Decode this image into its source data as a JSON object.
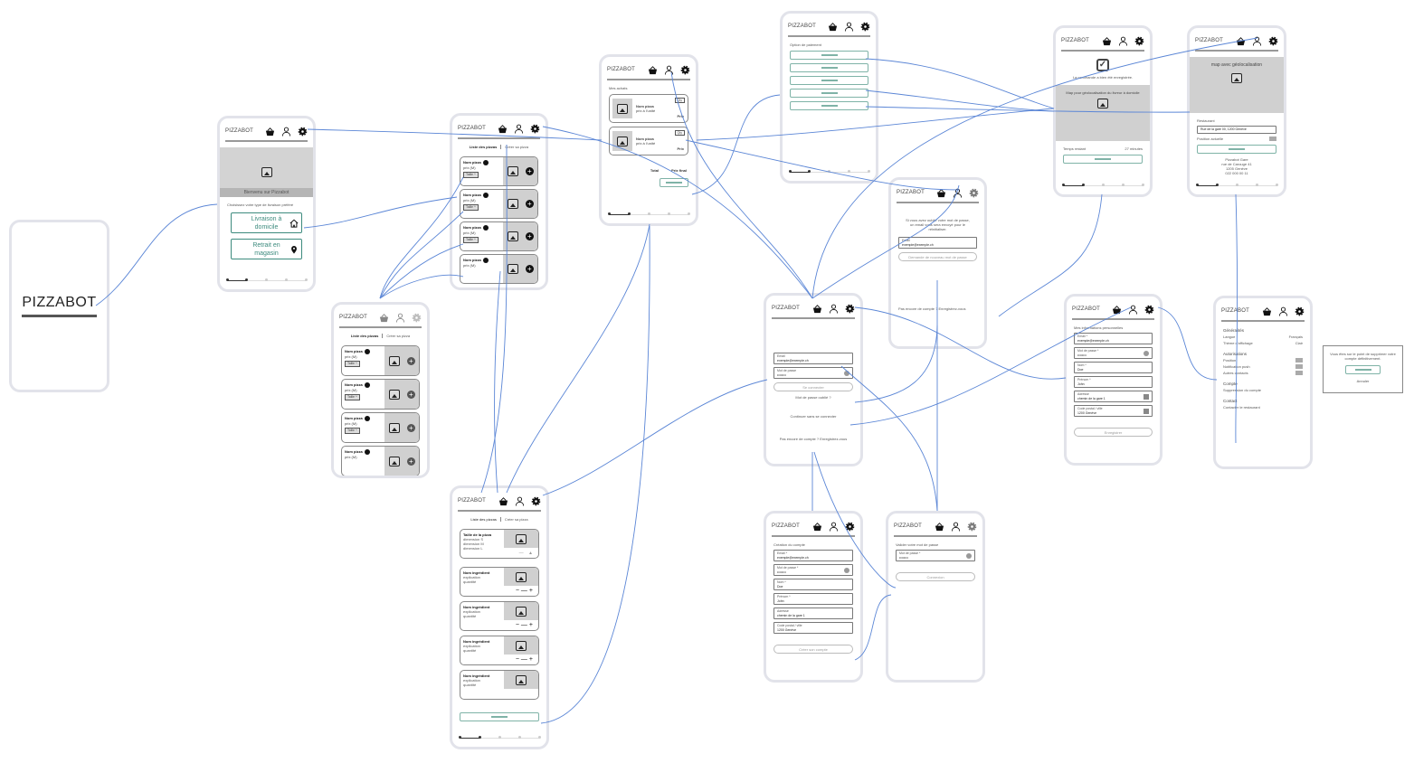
{
  "app_name": "PIZZABOT",
  "colors": {
    "accent": "#3d8b7e",
    "wire": "#5b86d6",
    "frame": "#e2e3ea"
  },
  "splash": {
    "title": "PIZZABOT"
  },
  "welcome": {
    "hero_caption": "Bienvenu sur Pizzabot",
    "prompt": "Choisissez votre type de livraison préféré",
    "delivery": "Livraison à domicile",
    "pickup": "Retrait en magasin"
  },
  "tabs": {
    "list": "Liste des pizzas",
    "create": "Créer sa pizza"
  },
  "pizza_card": {
    "name": "Nom pizza",
    "price": "prix (M)",
    "size": "Taille"
  },
  "cart": {
    "title": "Mes achats",
    "items": [
      {
        "name": "Nom pizza",
        "unit": "prix à l'unité",
        "qty": "Qty",
        "price": "Prix"
      },
      {
        "name": "Nom pizza",
        "unit": "prix à l'unité",
        "qty": "Qty",
        "price": "Prix"
      }
    ],
    "total": "Total",
    "final": "Prix final"
  },
  "payment": {
    "title": "Option de paiement"
  },
  "confirm": {
    "message": "La commande a bien été enregistrée.",
    "map": "Map pour géolocalisation du livreur à domicile",
    "remaining": "Temps restant",
    "minutes": "27 minutes"
  },
  "map": {
    "title": "map avec géolocalisation",
    "restaurant": "Restaurant",
    "address_field": "Rue de la gare 00, 1200 Genève",
    "position": "Position actuelle",
    "address": [
      "Pizzabot Gare",
      "rue de Carouge 41",
      "1205 Genève",
      "022 000 00 11"
    ]
  },
  "forgot": {
    "text": "Si vous avez oublié votre mot de passe, un email vous sera envoyé pour le réinitialiser.",
    "email_label": "Email",
    "email_value": "exemple@exemple.ch",
    "button": "Demande de nouveau mot de passe",
    "register": "Pas encore de compte ? Enregistrez-vous"
  },
  "login": {
    "email_label": "Email",
    "email_value": "exemple@exemple.ch",
    "pw_label": "Mot de passe",
    "pw_value": "••••••••",
    "button": "Se connecter",
    "forgot": "Mot de passe oublié ?",
    "guest": "Continuer sans se connecter",
    "register": "Pas encore de compte ? Enregistrez-vous"
  },
  "profile": {
    "title": "Mes informations personnelles",
    "fields": [
      {
        "label": "Email *",
        "value": "exemple@exemple.ch"
      },
      {
        "label": "Mot de passe *",
        "value": "••••••••"
      },
      {
        "label": "Nom *",
        "value": "Doe"
      },
      {
        "label": "Prénom *",
        "value": "John"
      },
      {
        "label": "Adresse",
        "value": "chemin de la gare 1"
      },
      {
        "label": "Code postal / ville",
        "value": "1200 Genève"
      }
    ],
    "button": "Enregistrer"
  },
  "settings": {
    "general": "Généralités",
    "language": "Langue",
    "language_value": "Français",
    "theme": "Thème d'affichage",
    "theme_value": "Clair",
    "auth": "Autorisations",
    "location": "Position",
    "push": "Notification push",
    "contacts": "Autres contacts",
    "account": "Compte",
    "delete": "Suppression du compte",
    "contact": "Contact",
    "contact_restaurant": "Contacter le restaurant"
  },
  "dialog": {
    "text": "Vous êtes sur le point de supprimer votre compte définitivement.",
    "cancel": "Annuler"
  },
  "create_pizza": {
    "size_title": "Taille de la pizza",
    "sizes": [
      "dimension S",
      "dimension M",
      "dimension L"
    ],
    "ingredient": "Nom ingrédient",
    "explain": "explication",
    "qty": "quantité"
  },
  "create_account": {
    "title": "Création du compte",
    "fields": [
      {
        "label": "Email *",
        "value": "exemple@exemple.ch"
      },
      {
        "label": "Mot de passe *",
        "value": "••••••••"
      },
      {
        "label": "Nom *",
        "value": "Doe"
      },
      {
        "label": "Prénom *",
        "value": "John"
      },
      {
        "label": "Adresse",
        "value": "chemin de la gare 1"
      },
      {
        "label": "Code postal / ville",
        "value": "1200 Genève"
      }
    ],
    "button": "Créer son compte"
  },
  "reset": {
    "title": "Valider votre mot de passe",
    "pw_label": "Mot de passe *",
    "pw_value": "••••••••",
    "button": "Connexion"
  }
}
